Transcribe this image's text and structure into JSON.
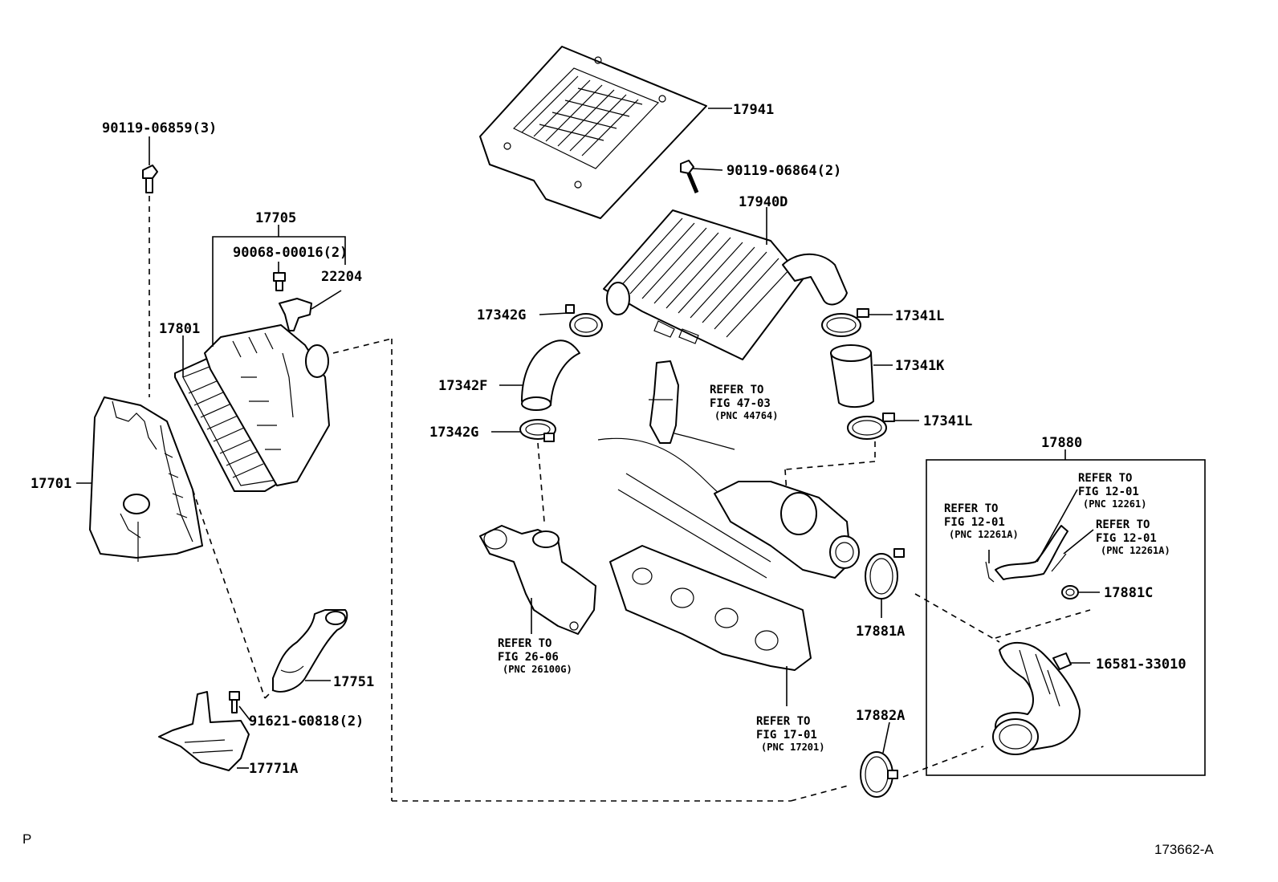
{
  "labels": {
    "p90119_06859": "90119-06859(3)",
    "p17705": "17705",
    "p90068_00016": "90068-00016(2)",
    "p22204": "22204",
    "p17801": "17801",
    "p17701": "17701",
    "p17751": "17751",
    "p91621_g0818": "91621-G0818(2)",
    "p17771a": "17771A",
    "p17941": "17941",
    "p90119_06864": "90119-06864(2)",
    "p17940d": "17940D",
    "p17342g_top": "17342G",
    "p17342f": "17342F",
    "p17342g_bot": "17342G",
    "p17341l_top": "17341L",
    "p17341k": "17341K",
    "p17341l_bot": "17341L",
    "p17880": "17880",
    "p17881c": "17881C",
    "p17881a": "17881A",
    "p16581_33010": "16581-33010",
    "p17882a": "17882A"
  },
  "refs": {
    "r4703": [
      "REFER TO",
      "FIG 47-03",
      "(PNC 44764)"
    ],
    "r2606": [
      "REFER TO",
      "FIG 26-06",
      "(PNC 26100G)"
    ],
    "r1701": [
      "REFER TO",
      "FIG 17-01",
      "(PNC 17201)"
    ],
    "r1201a": [
      "REFER TO",
      "FIG 12-01",
      "(PNC 12261A)"
    ],
    "r1201": [
      "REFER TO",
      "FIG 12-01",
      "(PNC 12261)"
    ],
    "r1201a2": [
      "REFER TO",
      "FIG 12-01",
      "(PNC 12261A)"
    ]
  },
  "corner": {
    "left": "P",
    "right": "173662-A"
  }
}
